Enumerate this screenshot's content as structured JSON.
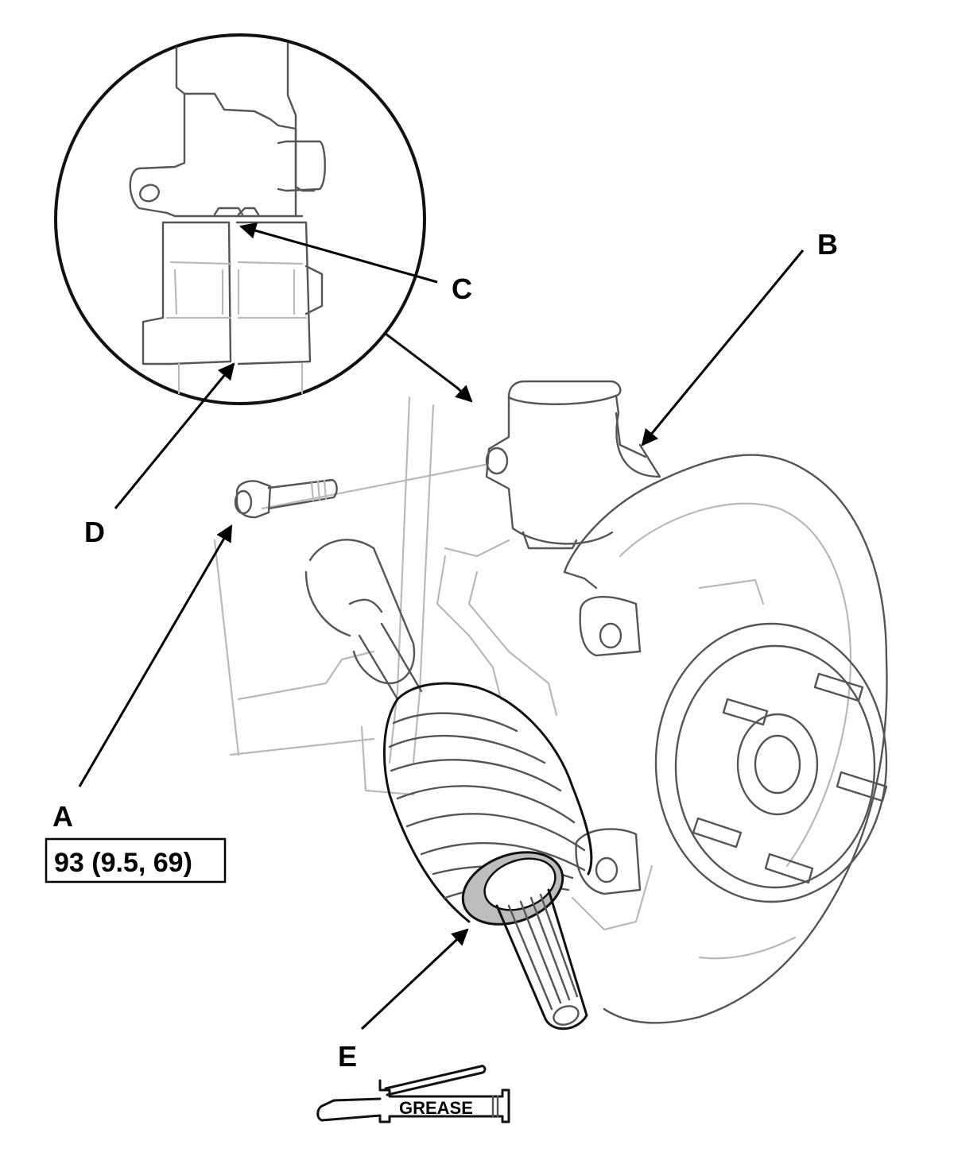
{
  "callouts": {
    "a": "A",
    "b": "B",
    "c": "C",
    "d": "D",
    "e": "E"
  },
  "torque_spec": "93 (9.5, 69)",
  "grease_label": "GREASE",
  "colors": {
    "line_art": "#111111",
    "faint_line": "#b9b9b9",
    "grease_band": "#bdbdbd",
    "background": "#ffffff"
  }
}
